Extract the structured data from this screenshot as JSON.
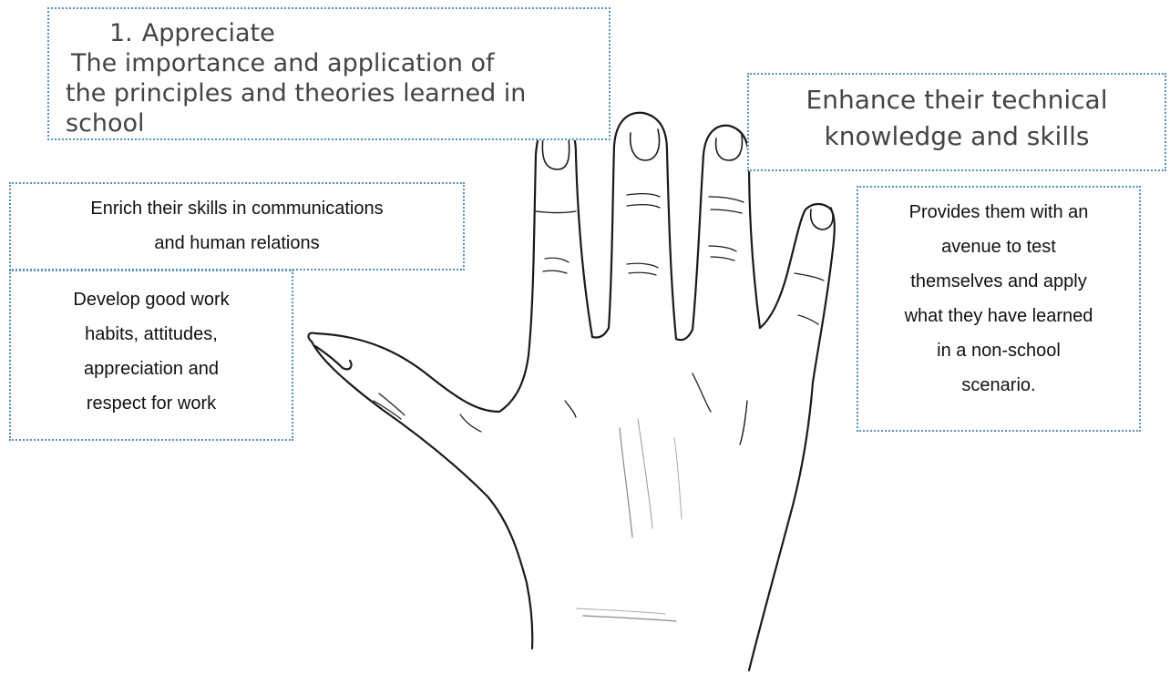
{
  "appreciate": {
    "number": "1.",
    "heading": "Appreciate",
    "lines": [
      "The importance and application of",
      "the principles and theories learned in",
      "school"
    ]
  },
  "enhance": {
    "lines": [
      "Enhance their technical",
      "knowledge and skills"
    ]
  },
  "enrich": {
    "lines": [
      "Enrich their skills in communications",
      "and human relations"
    ]
  },
  "develop": {
    "lines": [
      "Develop good work",
      "habits, attitudes,",
      "appreciation and",
      "respect for work"
    ]
  },
  "provides": {
    "lines": [
      "Provides them with an",
      "avenue to test",
      "themselves and apply",
      "what they have learned",
      "in a non-school",
      "scenario."
    ]
  }
}
